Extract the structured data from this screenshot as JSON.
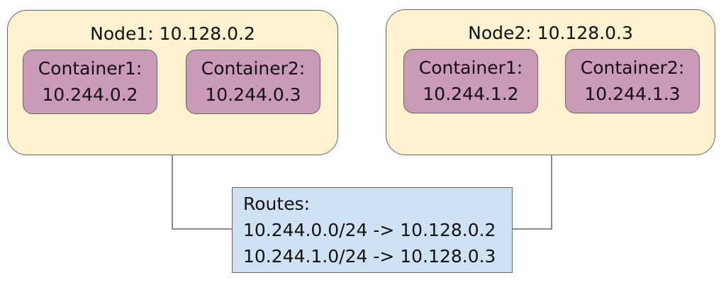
{
  "diagram": {
    "nodes": [
      {
        "title": "Node1: 10.128.0.2",
        "containers": [
          {
            "name": "Container1:",
            "ip": "10.244.0.2"
          },
          {
            "name": "Container2:",
            "ip": "10.244.0.3"
          }
        ]
      },
      {
        "title": "Node2: 10.128.0.3",
        "containers": [
          {
            "name": "Container1:",
            "ip": "10.244.1.2"
          },
          {
            "name": "Container2:",
            "ip": "10.244.1.3"
          }
        ]
      }
    ],
    "routes_box": {
      "title": "Routes:",
      "routes": [
        "10.244.0.0/24 -> 10.128.0.2",
        "10.244.1.0/24 -> 10.128.0.3"
      ]
    },
    "colors": {
      "background": "#ffffff",
      "node_fill": "#fcf2cf",
      "container_fill": "#cb9ab8",
      "routes_fill": "#cfe2f3",
      "border": "#666666",
      "connector": "#666666"
    }
  }
}
